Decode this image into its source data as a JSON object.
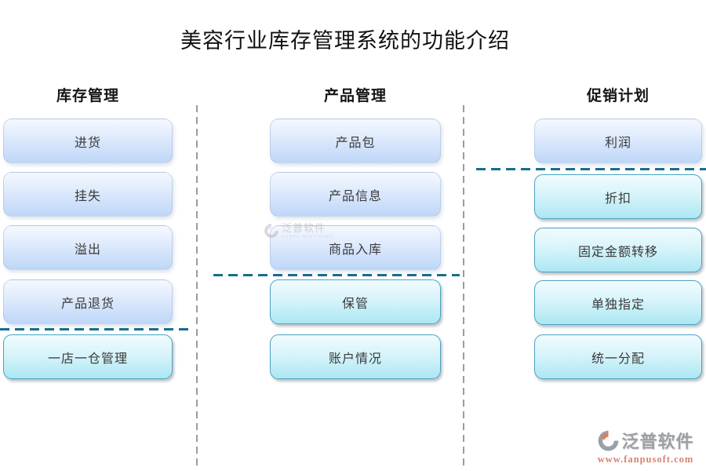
{
  "title": "美容行业库存管理系统的功能介绍",
  "columns": [
    {
      "header": "库存管理",
      "boxes": [
        {
          "label": "进货",
          "style": "blue"
        },
        {
          "label": "挂失",
          "style": "blue"
        },
        {
          "label": "溢出",
          "style": "blue"
        },
        {
          "label": "产品退货",
          "style": "blue"
        },
        {
          "label": "一店一仓管理",
          "style": "cyan"
        }
      ]
    },
    {
      "header": "产品管理",
      "boxes": [
        {
          "label": "产品包",
          "style": "blue"
        },
        {
          "label": "产品信息",
          "style": "blue"
        },
        {
          "label": "商品入库",
          "style": "blue"
        },
        {
          "label": "保管",
          "style": "cyan"
        },
        {
          "label": "账户情况",
          "style": "cyan"
        }
      ]
    },
    {
      "header": "促销计划",
      "boxes": [
        {
          "label": "利润",
          "style": "blue"
        },
        {
          "label": "折扣",
          "style": "cyan"
        },
        {
          "label": "固定金额转移",
          "style": "cyan"
        },
        {
          "label": "单独指定",
          "style": "cyan"
        },
        {
          "label": "统一分配",
          "style": "cyan"
        }
      ]
    }
  ],
  "watermark": {
    "text": "泛普软件",
    "subtext": "FANPU SOFTWARE"
  },
  "footer": {
    "brand": "泛普软件",
    "url": "www.fanpusoft.com"
  },
  "colors": {
    "blue_box_top": "#f5f9ff",
    "blue_box_bottom": "#bed7f8",
    "cyan_box_top": "#f0fbfe",
    "cyan_box_bottom": "#abe7f3",
    "cyan_border": "#4aa2c0",
    "teal_divider": "#166e8e",
    "gray_divider": "#9c9c9c",
    "logo_coral": "#d9806c",
    "logo_gray": "#9aa0a8",
    "box_text": "#3a3a3a"
  }
}
